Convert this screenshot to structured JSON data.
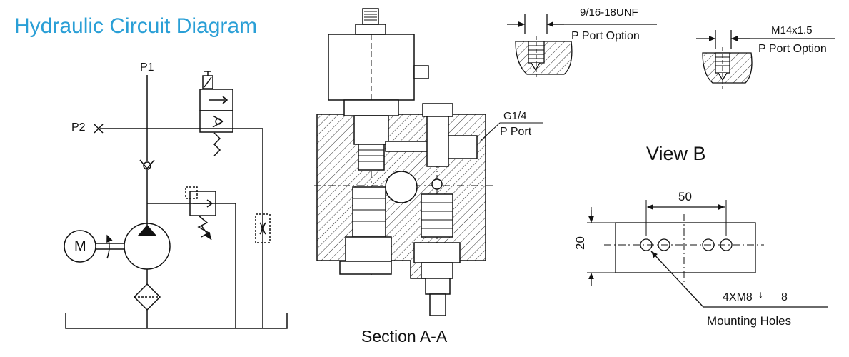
{
  "title": "Hydraulic Circuit Diagram",
  "schematic": {
    "port_p1": "P1",
    "port_p2": "P2",
    "motor_label": "M"
  },
  "section": {
    "caption": "Section A-A",
    "port_size": "G1/4",
    "port_name": "P Port"
  },
  "port_options": [
    {
      "thread": "9/16-18UNF",
      "label": "P Port Option"
    },
    {
      "thread": "M14x1.5",
      "label": "P Port Option"
    }
  ],
  "view_b": {
    "title": "View B",
    "dim_spacing": "50",
    "dim_height": "20",
    "hole_spec": "4XM8",
    "hole_depth": "8",
    "holes_label": "Mounting Holes"
  },
  "colors": {
    "title": "#2a9fd6",
    "line": "#111111"
  }
}
